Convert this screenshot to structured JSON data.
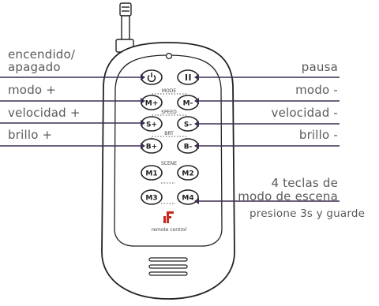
{
  "colors": {
    "line": "#3d2f52",
    "body": "#ffffff",
    "outline": "#222222",
    "text": "#5a5a5a",
    "brand": "#c8281e"
  },
  "labels_left": {
    "power_line1": "encendido/",
    "power_line2": "apagado",
    "mode_plus": "modo +",
    "speed_plus": "velocidad +",
    "bright_plus": "brillo +"
  },
  "labels_right": {
    "pause": "pausa",
    "mode_minus": "modo -",
    "speed_minus": "velocidad -",
    "bright_minus": "brillo -",
    "scene_line1": "4 teclas de",
    "scene_line2": "modo de escena",
    "save": "presione 3s y guarde"
  },
  "remote": {
    "group_mode": "MODE",
    "group_speed": "SPEED",
    "group_brt": "BRT",
    "group_scene": "SCENE",
    "btn_mode_plus": "M+",
    "btn_mode_minus": "M-",
    "btn_speed_plus": "S+",
    "btn_speed_minus": "S-",
    "btn_bright_plus": "B+",
    "btn_bright_minus": "B-",
    "btn_m1": "M1",
    "btn_m2": "M2",
    "btn_m3": "M3",
    "btn_m4": "M4",
    "brand_text": "remote control",
    "power_icon": "power-icon",
    "pause_icon": "pause-icon"
  }
}
